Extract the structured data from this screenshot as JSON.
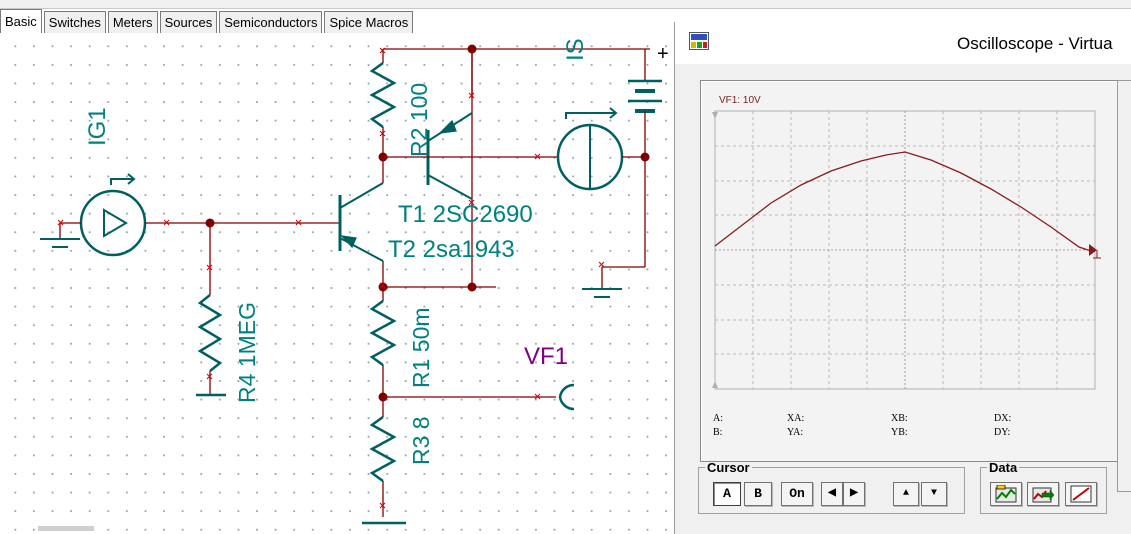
{
  "toolbar_tabs": [
    "Basic",
    "Switches",
    "Meters",
    "Sources",
    "Semiconductors",
    "Spice Macros"
  ],
  "schematic": {
    "labels": {
      "ig1": "IG1",
      "r4": "R4 1MEG",
      "r2": "R2 100",
      "t1": "T1 2SC2690",
      "t2": "T2 2sa1943",
      "r1": "R1 50m",
      "r3": "R3 8",
      "vf1": "VF1",
      "is": "IS",
      "plus": "+"
    }
  },
  "oscilloscope": {
    "title": "Oscilloscope - Virtua",
    "trace_label": "VF1: 10V",
    "readouts": {
      "a": "A:",
      "b": "B:",
      "xa": "XA:",
      "ya": "YA:",
      "xb": "XB:",
      "yb": "YB:",
      "dx": "DX:",
      "dy": "DY:"
    },
    "cursor_group": {
      "legend": "Cursor",
      "buttons": [
        "A",
        "B",
        "On"
      ],
      "arrows": [
        "◀",
        "▶",
        "▲",
        "▼"
      ]
    },
    "data_group": {
      "legend": "Data"
    }
  },
  "colors": {
    "wire": "#800000",
    "label": "#008080",
    "probe_label": "#800080",
    "node": "#800000",
    "trace": "#8b1a1a",
    "grid": "#9aa6b2"
  }
}
